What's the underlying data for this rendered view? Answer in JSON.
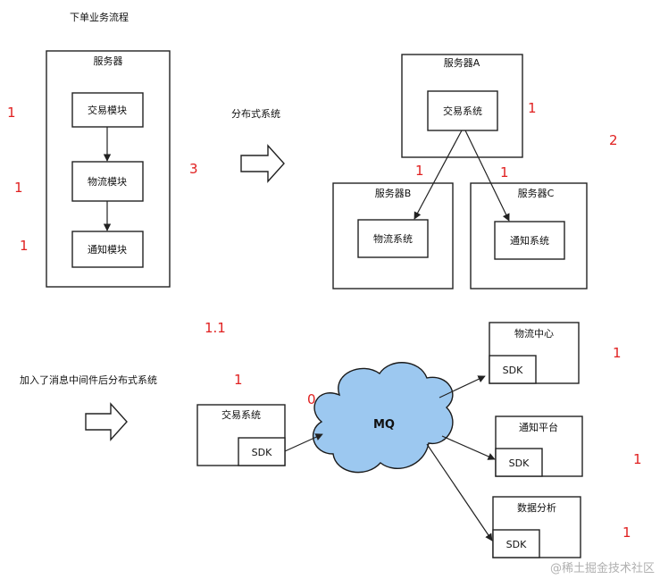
{
  "diagram": {
    "title_order_flow": "下单业务流程",
    "label_distributed": "分布式系统",
    "label_with_mq": "加入了消息中间件后分布式系统",
    "server_main": "服务器",
    "module_trade": "交易模块",
    "module_logistics": "物流模块",
    "module_notify": "通知模块",
    "server_a": "服务器A",
    "server_b": "服务器B",
    "server_c": "服务器C",
    "sys_trade": "交易系统",
    "sys_logistics": "物流系统",
    "sys_notify": "通知系统",
    "mq_label": "MQ",
    "trade_system": "交易系统",
    "sdk": "SDK",
    "logistics_center": "物流中心",
    "notify_platform": "通知平台",
    "data_analysis": "数据分析",
    "watermark": "@稀土掘金技术社区"
  },
  "annotations": {
    "a1": "1",
    "a2": "1",
    "a3": "1",
    "a4": "3",
    "a5": "1",
    "a6": "2",
    "a7": "1",
    "a8": "1",
    "a9": "1.1",
    "a10": "1",
    "a11": "0.1",
    "a12": "1",
    "a13": "1",
    "a14": "1"
  },
  "colors": {
    "annotation": "#e02020",
    "cloud_fill": "#9cc8f0",
    "cloud_stroke": "#1a1a1a"
  }
}
